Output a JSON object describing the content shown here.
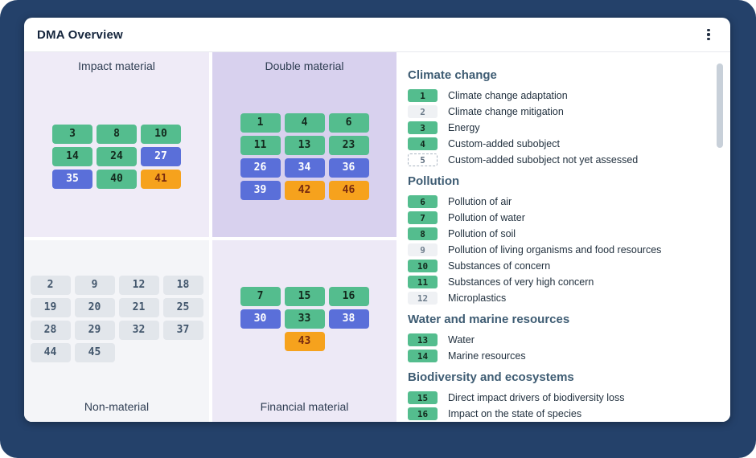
{
  "colors": {
    "frame": "#24416A",
    "green": "#54BD8E",
    "blue": "#5A6FD9",
    "orange": "#F6A21D",
    "gray": "#E2E6EB"
  },
  "header": {
    "title": "DMA Overview",
    "menu_icon": "kebab-menu"
  },
  "matrix": {
    "quadrants": [
      {
        "label": "Impact material",
        "label_position": "top",
        "rows": [
          [
            {
              "n": "3",
              "color": "green"
            },
            {
              "n": "8",
              "color": "green"
            },
            {
              "n": "10",
              "color": "green"
            }
          ],
          [
            {
              "n": "14",
              "color": "green"
            },
            {
              "n": "24",
              "color": "green"
            },
            {
              "n": "27",
              "color": "blue"
            }
          ],
          [
            {
              "n": "35",
              "color": "blue"
            },
            {
              "n": "40",
              "color": "green"
            },
            {
              "n": "41",
              "color": "orange"
            }
          ]
        ]
      },
      {
        "label": "Double material",
        "label_position": "top",
        "rows": [
          [
            {
              "n": "1",
              "color": "green"
            },
            {
              "n": "4",
              "color": "green"
            },
            {
              "n": "6",
              "color": "green"
            }
          ],
          [
            {
              "n": "11",
              "color": "green"
            },
            {
              "n": "13",
              "color": "green"
            },
            {
              "n": "23",
              "color": "green"
            }
          ],
          [
            {
              "n": "26",
              "color": "blue"
            },
            {
              "n": "34",
              "color": "blue"
            },
            {
              "n": "36",
              "color": "blue"
            }
          ],
          [
            {
              "n": "39",
              "color": "blue"
            },
            {
              "n": "42",
              "color": "orange"
            },
            {
              "n": "46",
              "color": "orange"
            }
          ]
        ]
      },
      {
        "label": "Non-material",
        "label_position": "bottom",
        "rows": [
          [
            {
              "n": "2",
              "color": "gray"
            },
            {
              "n": "9",
              "color": "gray"
            },
            {
              "n": "12",
              "color": "gray"
            },
            {
              "n": "18",
              "color": "gray"
            }
          ],
          [
            {
              "n": "19",
              "color": "gray"
            },
            {
              "n": "20",
              "color": "gray"
            },
            {
              "n": "21",
              "color": "gray"
            },
            {
              "n": "25",
              "color": "gray"
            }
          ],
          [
            {
              "n": "28",
              "color": "gray"
            },
            {
              "n": "29",
              "color": "gray"
            },
            {
              "n": "32",
              "color": "gray"
            },
            {
              "n": "37",
              "color": "gray"
            }
          ],
          [
            {
              "n": "44",
              "color": "gray"
            },
            {
              "n": "45",
              "color": "gray"
            }
          ]
        ]
      },
      {
        "label": "Financial material",
        "label_position": "bottom",
        "rows": [
          [
            {
              "n": "7",
              "color": "green"
            },
            {
              "n": "15",
              "color": "green"
            },
            {
              "n": "16",
              "color": "green"
            }
          ],
          [
            {
              "n": "30",
              "color": "blue"
            },
            {
              "n": "33",
              "color": "green"
            },
            {
              "n": "38",
              "color": "blue"
            }
          ],
          [
            null,
            {
              "n": "43",
              "color": "orange"
            },
            null
          ]
        ]
      }
    ]
  },
  "legend": {
    "sections": [
      {
        "title": "Climate change",
        "items": [
          {
            "num": "1",
            "style": "green",
            "label": "Climate change adaptation"
          },
          {
            "num": "2",
            "style": "graylight",
            "label": "Climate change mitigation"
          },
          {
            "num": "3",
            "style": "green",
            "label": "Energy"
          },
          {
            "num": "4",
            "style": "green",
            "label": "Custom-added subobject"
          },
          {
            "num": "5",
            "style": "dashed",
            "label": "Custom-added subobject not yet assessed"
          }
        ]
      },
      {
        "title": "Pollution",
        "items": [
          {
            "num": "6",
            "style": "green",
            "label": "Pollution of air"
          },
          {
            "num": "7",
            "style": "green",
            "label": "Pollution of water"
          },
          {
            "num": "8",
            "style": "green",
            "label": "Pollution of soil"
          },
          {
            "num": "9",
            "style": "graylight",
            "label": "Pollution of living organisms and food resources"
          },
          {
            "num": "10",
            "style": "green",
            "label": "Substances of concern"
          },
          {
            "num": "11",
            "style": "green",
            "label": "Substances of very high concern"
          },
          {
            "num": "12",
            "style": "graylight",
            "label": "Microplastics"
          }
        ]
      },
      {
        "title": "Water and marine resources",
        "items": [
          {
            "num": "13",
            "style": "green",
            "label": "Water"
          },
          {
            "num": "14",
            "style": "green",
            "label": "Marine resources"
          }
        ]
      },
      {
        "title": "Biodiversity and ecosystems",
        "items": [
          {
            "num": "15",
            "style": "green",
            "label": "Direct impact drivers of biodiversity loss"
          },
          {
            "num": "16",
            "style": "green",
            "label": "Impact on the state of species"
          }
        ]
      }
    ]
  }
}
